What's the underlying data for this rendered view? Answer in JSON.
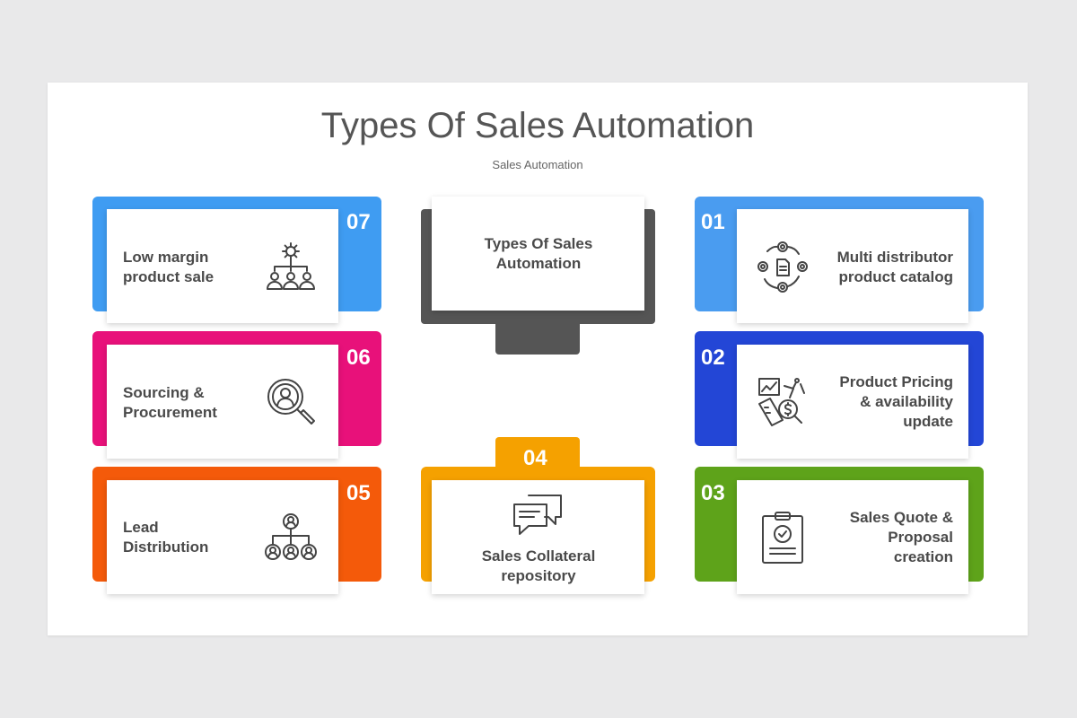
{
  "title": "Types Of Sales Automation",
  "subtitle": "Sales Automation",
  "center": {
    "label": "Types Of Sales Automation",
    "color": "#555555"
  },
  "items": [
    {
      "num": "01",
      "label": "Multi distributor product catalog",
      "color": "#4a9cf0",
      "icon": "gears-document-icon"
    },
    {
      "num": "02",
      "label": "Product Pricing & availability update",
      "color": "#2346d6",
      "icon": "pricing-chart-icon"
    },
    {
      "num": "03",
      "label": "Sales Quote & Proposal creation",
      "color": "#5ea31a",
      "icon": "clipboard-check-icon"
    },
    {
      "num": "04",
      "label": "Sales Collateral repository",
      "color": "#f5a100",
      "icon": "chat-bubbles-icon"
    },
    {
      "num": "05",
      "label": "Lead Distribution",
      "color": "#f45a0a",
      "icon": "org-chart-icon"
    },
    {
      "num": "06",
      "label": "Sourcing & Procurement",
      "color": "#e8117a",
      "icon": "magnifier-person-icon"
    },
    {
      "num": "07",
      "label": "Low margin product sale",
      "color": "#3f9cf2",
      "icon": "gear-team-icon"
    }
  ]
}
